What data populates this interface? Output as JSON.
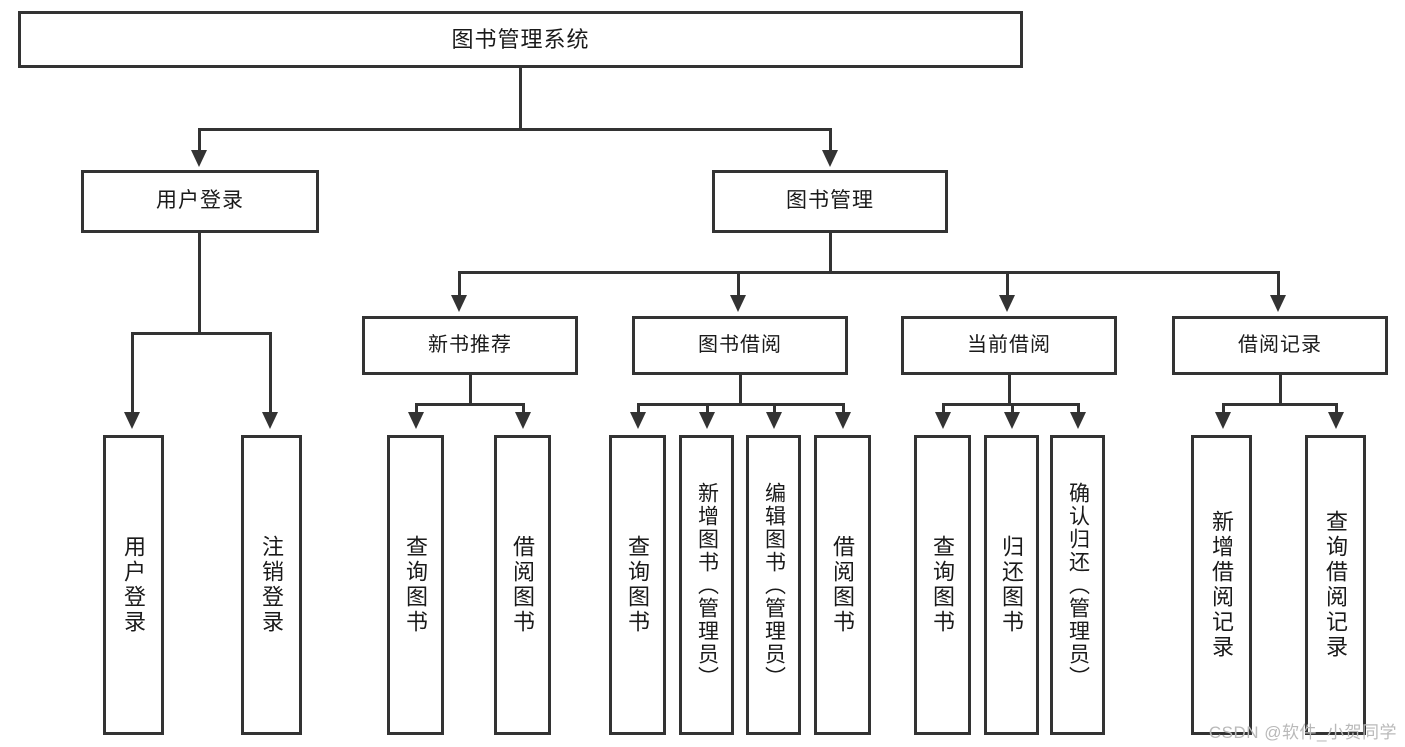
{
  "diagram": {
    "type": "tree-flowchart",
    "root": {
      "label": "图书管理系统"
    },
    "level1": [
      {
        "label": "用户登录"
      },
      {
        "label": "图书管理"
      }
    ],
    "level2": [
      {
        "label": "新书推荐"
      },
      {
        "label": "图书借阅"
      },
      {
        "label": "当前借阅"
      },
      {
        "label": "借阅记录"
      }
    ],
    "leaves": {
      "user_login": [
        {
          "label": "用户登录"
        },
        {
          "label": "注销登录"
        }
      ],
      "new_book_recommend": [
        {
          "label": "查询图书"
        },
        {
          "label": "借阅图书"
        }
      ],
      "book_borrow": [
        {
          "label": "查询图书"
        },
        {
          "label": "新增图书（管理员）"
        },
        {
          "label": "编辑图书（管理员）"
        },
        {
          "label": "借阅图书"
        }
      ],
      "current_borrow": [
        {
          "label": "查询图书"
        },
        {
          "label": "归还图书"
        },
        {
          "label": "确认归还（管理员）"
        }
      ],
      "borrow_records": [
        {
          "label": "新增借阅记录"
        },
        {
          "label": "查询借阅记录"
        }
      ]
    }
  },
  "watermark": {
    "text": "CSDN @软件_小贺同学"
  },
  "colors": {
    "stroke": "#333333",
    "text": "#1a1a1a",
    "background": "#ffffff",
    "watermark": "#b9b9b9"
  }
}
